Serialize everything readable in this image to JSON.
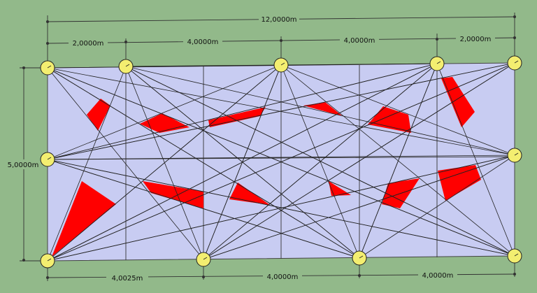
{
  "colors": {
    "background": "#92b98a",
    "field": "#c8ccf2",
    "grid_line": "#333333",
    "ray": "#222222",
    "red_region": "#ff0000",
    "light": "#f3ee70"
  },
  "dimensions": {
    "total_width": "12,0000m",
    "top_1": "2,0000m",
    "top_2": "4,0000m",
    "top_3": "4,0000m",
    "top_4": "2,0000m",
    "height": "5,0000m",
    "bottom_1": "4,0025m",
    "bottom_2": "4,0000m",
    "bottom_3": "4,0000m"
  }
}
